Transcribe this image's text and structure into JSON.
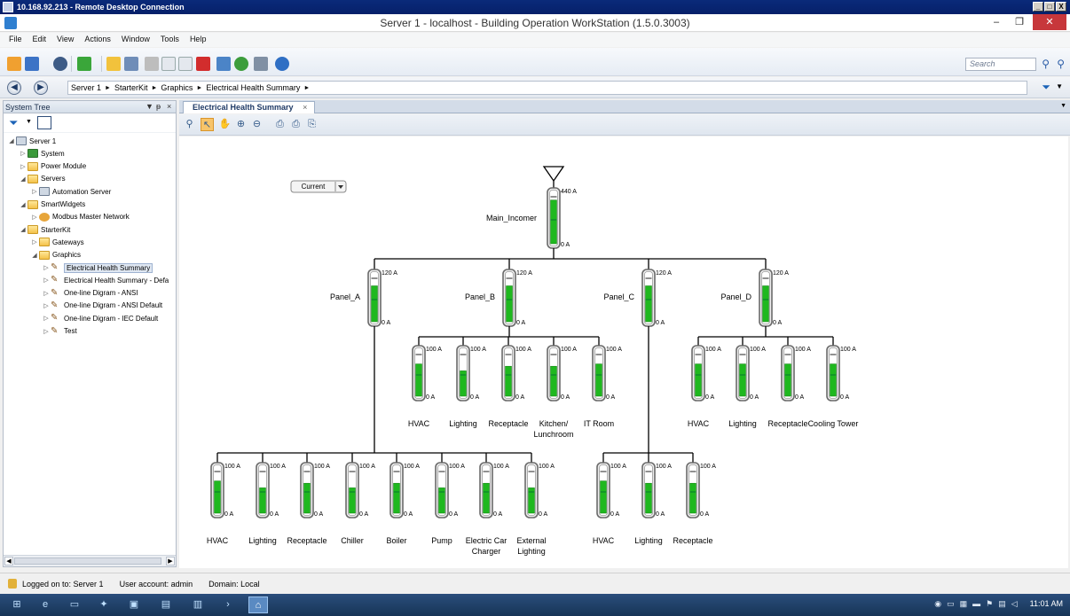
{
  "rdp": {
    "title": "10.168.92.213 - Remote Desktop Connection",
    "buttons": [
      "_",
      "□",
      "X"
    ]
  },
  "window": {
    "title": "Server 1 - localhost - Building Operation WorkStation (1.5.0.3003)"
  },
  "menu": [
    "File",
    "Edit",
    "View",
    "Actions",
    "Window",
    "Tools",
    "Help"
  ],
  "search": {
    "placeholder": "Search"
  },
  "breadcrumb": [
    "Server 1",
    "StarterKit",
    "Graphics",
    "Electrical Health Summary"
  ],
  "left_panel": {
    "title": "System Tree",
    "tree": [
      {
        "label": "Server 1",
        "icon": "server-icon",
        "depth": 0,
        "expand": "◢"
      },
      {
        "label": "System",
        "icon": "system-icon",
        "depth": 1,
        "expand": "▷"
      },
      {
        "label": "Power Module",
        "icon": "folder-icon",
        "depth": 1,
        "expand": "▷"
      },
      {
        "label": "Servers",
        "icon": "folder-icon",
        "depth": 1,
        "expand": "◢"
      },
      {
        "label": "Automation Server",
        "icon": "automation-server-icon",
        "depth": 2,
        "expand": "▷"
      },
      {
        "label": "SmartWidgets",
        "icon": "folder-icon",
        "depth": 1,
        "expand": "◢"
      },
      {
        "label": "Modbus Master Network",
        "icon": "network-icon",
        "depth": 2,
        "expand": "▷"
      },
      {
        "label": "StarterKit",
        "icon": "folder-icon",
        "depth": 1,
        "expand": "◢"
      },
      {
        "label": "Gateways",
        "icon": "folder-icon",
        "depth": 2,
        "expand": "▷"
      },
      {
        "label": "Graphics",
        "icon": "folder-icon",
        "depth": 2,
        "expand": "◢"
      },
      {
        "label": "Electrical Health Summary",
        "icon": "graphic-icon",
        "depth": 3,
        "expand": "▷",
        "selected": true
      },
      {
        "label": "Electrical Health Summary - Defa",
        "icon": "graphic-icon",
        "depth": 3,
        "expand": "▷"
      },
      {
        "label": "One-line Digram - ANSI",
        "icon": "graphic-icon",
        "depth": 3,
        "expand": "▷"
      },
      {
        "label": "One-line Digram - ANSI Default",
        "icon": "graphic-icon",
        "depth": 3,
        "expand": "▷"
      },
      {
        "label": "One-line Digram - IEC Default",
        "icon": "graphic-icon",
        "depth": 3,
        "expand": "▷"
      },
      {
        "label": "Test",
        "icon": "graphic-icon",
        "depth": 3,
        "expand": "▷"
      }
    ]
  },
  "tab": {
    "label": "Electrical Health Summary",
    "close": "×"
  },
  "dropdown": {
    "value": "Current"
  },
  "diagram": {
    "main": {
      "label": "Main_Incomer",
      "max": "440 A",
      "min": "0 A",
      "level": 0.85
    },
    "panels": [
      {
        "label": "Panel_A",
        "max": "120 A",
        "min": "0 A",
        "level": 0.75,
        "loads": [
          {
            "label": [
              "HVAC"
            ],
            "max": "100 A",
            "min": "0 A",
            "level": 0.7
          },
          {
            "label": [
              "Lighting"
            ],
            "max": "100 A",
            "min": "0 A",
            "level": 0.55
          },
          {
            "label": [
              "Receptacle"
            ],
            "max": "100 A",
            "min": "0 A",
            "level": 0.65
          },
          {
            "label": [
              "Chiller"
            ],
            "max": "100 A",
            "min": "0 A",
            "level": 0.55
          },
          {
            "label": [
              "Boiler"
            ],
            "max": "100 A",
            "min": "0 A",
            "level": 0.65
          },
          {
            "label": [
              "Pump"
            ],
            "max": "100 A",
            "min": "0 A",
            "level": 0.55
          },
          {
            "label": [
              "Electric Car",
              "Charger"
            ],
            "max": "100 A",
            "min": "0 A",
            "level": 0.65
          },
          {
            "label": [
              "External",
              "Lighting"
            ],
            "max": "100 A",
            "min": "0 A",
            "level": 0.55
          }
        ]
      },
      {
        "label": "Panel_B",
        "max": "120 A",
        "min": "0 A",
        "level": 0.75,
        "loads": [
          {
            "label": [
              "HVAC"
            ],
            "max": "100 A",
            "min": "0 A",
            "level": 0.7
          },
          {
            "label": [
              "Lighting"
            ],
            "max": "100 A",
            "min": "0 A",
            "level": 0.55
          },
          {
            "label": [
              "Receptacle"
            ],
            "max": "100 A",
            "min": "0 A",
            "level": 0.65
          },
          {
            "label": [
              "Kitchen/",
              "Lunchroom"
            ],
            "max": "100 A",
            "min": "0 A",
            "level": 0.65
          },
          {
            "label": [
              "IT Room"
            ],
            "max": "100 A",
            "min": "0 A",
            "level": 0.7
          }
        ]
      },
      {
        "label": "Panel_C",
        "max": "120 A",
        "min": "0 A",
        "level": 0.75,
        "loads": [
          {
            "label": [
              "HVAC"
            ],
            "max": "100 A",
            "min": "0 A",
            "level": 0.7
          },
          {
            "label": [
              "Lighting"
            ],
            "max": "100 A",
            "min": "0 A",
            "level": 0.65
          },
          {
            "label": [
              "Receptacle"
            ],
            "max": "100 A",
            "min": "0 A",
            "level": 0.65
          }
        ]
      },
      {
        "label": "Panel_D",
        "max": "120 A",
        "min": "0 A",
        "level": 0.75,
        "loads": [
          {
            "label": [
              "HVAC"
            ],
            "max": "100 A",
            "min": "0 A",
            "level": 0.7
          },
          {
            "label": [
              "Lighting"
            ],
            "max": "100 A",
            "min": "0 A",
            "level": 0.7
          },
          {
            "label": [
              "Receptacle"
            ],
            "max": "100 A",
            "min": "0 A",
            "level": 0.7
          },
          {
            "label": [
              "Cooling Tower"
            ],
            "max": "100 A",
            "min": "0 A",
            "level": 0.7
          }
        ]
      }
    ]
  },
  "status": {
    "logged": "Logged on to:  Server 1",
    "user": "User account:  admin",
    "domain": "Domain:  Local"
  },
  "taskbar": {
    "clock": "11:01 AM"
  },
  "colors": {
    "gauge_fill": "#1fb81f",
    "gauge_dark": "#0d7a0d",
    "accent": "#1f3a66"
  }
}
